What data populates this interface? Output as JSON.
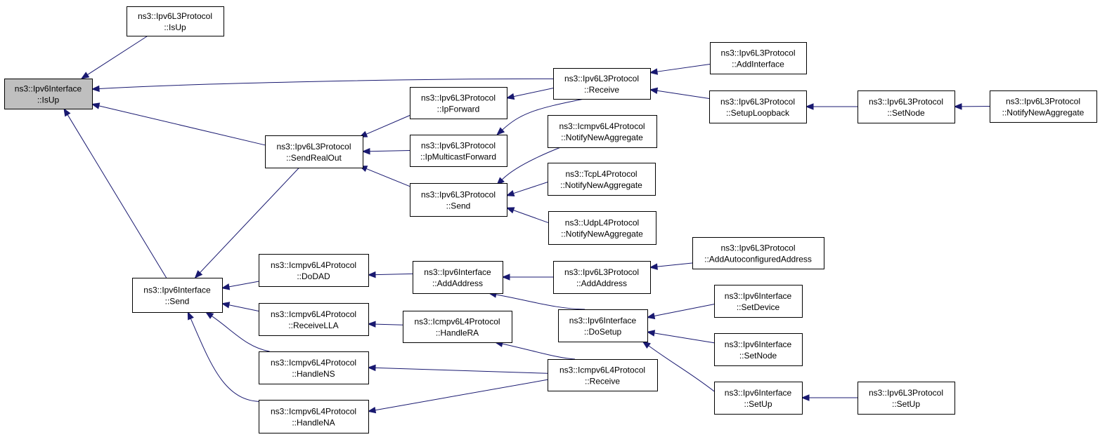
{
  "graph": {
    "root": "isup_root",
    "nodes": [
      {
        "id": "isup_root",
        "lines": [
          "ns3::Ipv6Interface",
          "::IsUp"
        ],
        "highlight": true
      },
      {
        "id": "l3_isup",
        "lines": [
          "ns3::Ipv6L3Protocol",
          "::IsUp"
        ]
      },
      {
        "id": "sendrealout",
        "lines": [
          "ns3::Ipv6L3Protocol",
          "::SendRealOut"
        ]
      },
      {
        "id": "if_send",
        "lines": [
          "ns3::Ipv6Interface",
          "::Send"
        ]
      },
      {
        "id": "ipforward",
        "lines": [
          "ns3::Ipv6L3Protocol",
          "::IpForward"
        ]
      },
      {
        "id": "ipmcforward",
        "lines": [
          "ns3::Ipv6L3Protocol",
          "::IpMulticastForward"
        ]
      },
      {
        "id": "l3_send",
        "lines": [
          "ns3::Ipv6L3Protocol",
          "::Send"
        ]
      },
      {
        "id": "l3_receive",
        "lines": [
          "ns3::Ipv6L3Protocol",
          "::Receive"
        ]
      },
      {
        "id": "icmp_nna",
        "lines": [
          "ns3::Icmpv6L4Protocol",
          "::NotifyNewAggregate"
        ]
      },
      {
        "id": "tcp_nna",
        "lines": [
          "ns3::TcpL4Protocol",
          "::NotifyNewAggregate"
        ]
      },
      {
        "id": "udp_nna",
        "lines": [
          "ns3::UdpL4Protocol",
          "::NotifyNewAggregate"
        ]
      },
      {
        "id": "addinterface",
        "lines": [
          "ns3::Ipv6L3Protocol",
          "::AddInterface"
        ]
      },
      {
        "id": "setuploopback",
        "lines": [
          "ns3::Ipv6L3Protocol",
          "::SetupLoopback"
        ]
      },
      {
        "id": "l3_setnode",
        "lines": [
          "ns3::Ipv6L3Protocol",
          "::SetNode"
        ]
      },
      {
        "id": "l3_nna",
        "lines": [
          "ns3::Ipv6L3Protocol",
          "::NotifyNewAggregate"
        ]
      },
      {
        "id": "dodad",
        "lines": [
          "ns3::Icmpv6L4Protocol",
          "::DoDAD"
        ]
      },
      {
        "id": "receivella",
        "lines": [
          "ns3::Icmpv6L4Protocol",
          "::ReceiveLLA"
        ]
      },
      {
        "id": "handlens",
        "lines": [
          "ns3::Icmpv6L4Protocol",
          "::HandleNS"
        ]
      },
      {
        "id": "handlena",
        "lines": [
          "ns3::Icmpv6L4Protocol",
          "::HandleNA"
        ]
      },
      {
        "id": "if_addaddress",
        "lines": [
          "ns3::Ipv6Interface",
          "::AddAddress"
        ]
      },
      {
        "id": "handlera",
        "lines": [
          "ns3::Icmpv6L4Protocol",
          "::HandleRA"
        ]
      },
      {
        "id": "icmp_receive",
        "lines": [
          "ns3::Icmpv6L4Protocol",
          "::Receive"
        ]
      },
      {
        "id": "l3_addaddress",
        "lines": [
          "ns3::Ipv6L3Protocol",
          "::AddAddress"
        ]
      },
      {
        "id": "addautoconf",
        "lines": [
          "ns3::Ipv6L3Protocol",
          "::AddAutoconfiguredAddress"
        ]
      },
      {
        "id": "dosetup",
        "lines": [
          "ns3::Ipv6Interface",
          "::DoSetup"
        ]
      },
      {
        "id": "setdevice",
        "lines": [
          "ns3::Ipv6Interface",
          "::SetDevice"
        ]
      },
      {
        "id": "if_setnode",
        "lines": [
          "ns3::Ipv6Interface",
          "::SetNode"
        ]
      },
      {
        "id": "if_setup",
        "lines": [
          "ns3::Ipv6Interface",
          "::SetUp"
        ]
      },
      {
        "id": "l3_setup",
        "lines": [
          "ns3::Ipv6L3Protocol",
          "::SetUp"
        ]
      }
    ],
    "edges": [
      {
        "from": "l3_isup",
        "to": "isup_root"
      },
      {
        "from": "l3_receive",
        "to": "isup_root"
      },
      {
        "from": "sendrealout",
        "to": "isup_root"
      },
      {
        "from": "if_send",
        "to": "isup_root"
      },
      {
        "from": "ipforward",
        "to": "sendrealout"
      },
      {
        "from": "ipmcforward",
        "to": "sendrealout"
      },
      {
        "from": "l3_send",
        "to": "sendrealout"
      },
      {
        "from": "l3_receive",
        "to": "ipforward"
      },
      {
        "from": "l3_receive",
        "to": "ipmcforward"
      },
      {
        "from": "icmp_nna",
        "to": "l3_send"
      },
      {
        "from": "tcp_nna",
        "to": "l3_send"
      },
      {
        "from": "udp_nna",
        "to": "l3_send"
      },
      {
        "from": "addinterface",
        "to": "l3_receive"
      },
      {
        "from": "setuploopback",
        "to": "l3_receive"
      },
      {
        "from": "l3_setnode",
        "to": "setuploopback"
      },
      {
        "from": "l3_nna",
        "to": "l3_setnode"
      },
      {
        "from": "sendrealout",
        "to": "if_send"
      },
      {
        "from": "dodad",
        "to": "if_send"
      },
      {
        "from": "receivella",
        "to": "if_send"
      },
      {
        "from": "handlens",
        "to": "if_send"
      },
      {
        "from": "handlena",
        "to": "if_send"
      },
      {
        "from": "if_addaddress",
        "to": "dodad"
      },
      {
        "from": "handlera",
        "to": "receivella"
      },
      {
        "from": "icmp_receive",
        "to": "handlens"
      },
      {
        "from": "icmp_receive",
        "to": "handlena"
      },
      {
        "from": "icmp_receive",
        "to": "handlera"
      },
      {
        "from": "l3_addaddress",
        "to": "if_addaddress"
      },
      {
        "from": "dosetup",
        "to": "if_addaddress"
      },
      {
        "from": "addautoconf",
        "to": "l3_addaddress"
      },
      {
        "from": "setdevice",
        "to": "dosetup"
      },
      {
        "from": "if_setnode",
        "to": "dosetup"
      },
      {
        "from": "if_setup",
        "to": "dosetup"
      },
      {
        "from": "l3_setup",
        "to": "if_setup"
      }
    ]
  }
}
